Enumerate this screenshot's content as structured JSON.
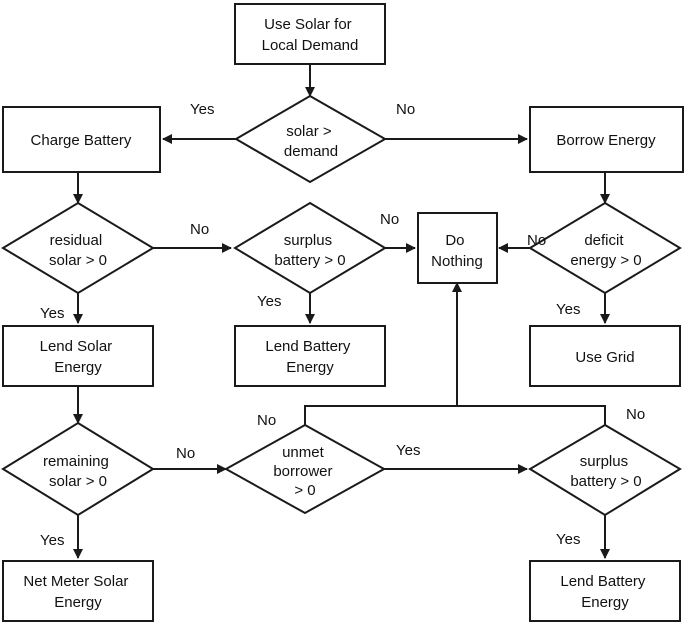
{
  "nodes": {
    "use_solar": {
      "lines": [
        "Use Solar for",
        "Local Demand"
      ]
    },
    "solar_demand": {
      "lines": [
        "solar >",
        "demand"
      ]
    },
    "charge_battery": {
      "lines": [
        "Charge Battery"
      ]
    },
    "borrow_energy": {
      "lines": [
        "Borrow Energy"
      ]
    },
    "residual_solar": {
      "lines": [
        "residual",
        "solar > 0"
      ]
    },
    "surplus_battery_1": {
      "lines": [
        "surplus",
        "battery > 0"
      ]
    },
    "do_nothing": {
      "lines": [
        "Do",
        "Nothing"
      ]
    },
    "deficit_energy": {
      "lines": [
        "deficit",
        "energy > 0"
      ]
    },
    "lend_solar": {
      "lines": [
        "Lend Solar",
        "Energy"
      ]
    },
    "lend_battery_1": {
      "lines": [
        "Lend Battery",
        "Energy"
      ]
    },
    "use_grid": {
      "lines": [
        "Use Grid"
      ]
    },
    "remaining_solar": {
      "lines": [
        "remaining",
        "solar > 0"
      ]
    },
    "unmet_borrower": {
      "lines": [
        "unmet",
        "borrower",
        "> 0"
      ]
    },
    "surplus_battery_2": {
      "lines": [
        "surplus",
        "battery > 0"
      ]
    },
    "net_meter": {
      "lines": [
        "Net Meter Solar",
        "Energy"
      ]
    },
    "lend_battery_2": {
      "lines": [
        "Lend Battery",
        "Energy"
      ]
    }
  },
  "edge_labels": {
    "solar_demand_yes": "Yes",
    "solar_demand_no": "No",
    "residual_no": "No",
    "residual_yes": "Yes",
    "surplus1_no": "No",
    "surplus1_yes": "Yes",
    "deficit_no": "No",
    "deficit_yes": "Yes",
    "remaining_no": "No",
    "remaining_yes": "Yes",
    "unmet_no": "No",
    "unmet_yes": "Yes",
    "surplus2_no": "No",
    "surplus2_yes": "Yes"
  }
}
